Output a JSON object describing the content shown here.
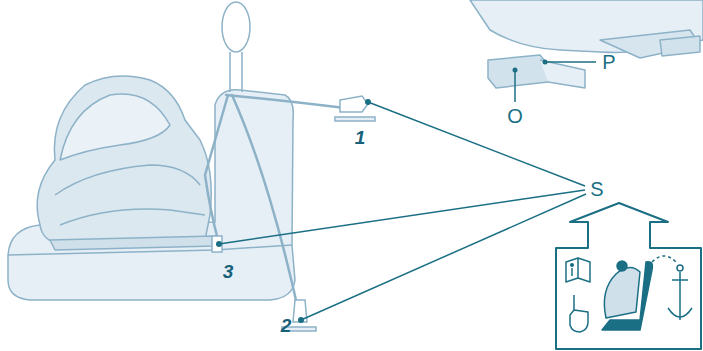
{
  "diagram": {
    "labels": [
      "P",
      "O",
      "1",
      "S",
      "3",
      "2"
    ]
  }
}
